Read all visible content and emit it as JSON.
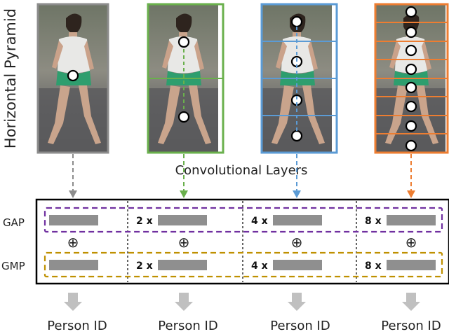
{
  "labels": {
    "pyramid": "Horizontal Pyramid",
    "conv": "Convolutional Layers",
    "gap": "GAP",
    "gmp": "GMP",
    "plus": "⊕"
  },
  "multipliers": [
    "",
    "2 x",
    "4 x",
    "8 x"
  ],
  "outputs": [
    "Person ID",
    "Person ID",
    "Person ID",
    "Person ID"
  ],
  "pyramid_levels": [
    1,
    2,
    4,
    8
  ],
  "colors": {
    "level_1": "#8c8c8c",
    "level_2": "#6ab04c",
    "level_3": "#5b9bd5",
    "level_4": "#ed7d31",
    "gap_box": "#7030a0",
    "gmp_box": "#bf9000",
    "feature_bar": "#8f8f8f",
    "down_arrow": "#c0c0c0"
  }
}
